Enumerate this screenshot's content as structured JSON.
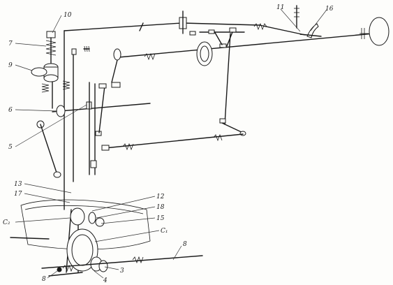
{
  "labels": {
    "l10": "10",
    "l7": "7",
    "l9": "9",
    "l6": "6",
    "l5": "5",
    "l11": "11",
    "l16": "16",
    "l13": "13",
    "l17": "17",
    "l12": "12",
    "l18": "18",
    "l15": "15",
    "lC2": "C₂",
    "lC1": "C₁",
    "l8": "8",
    "l3": "3",
    "l4": "4",
    "l8b": "8"
  },
  "colors": {
    "ink": "#1a1a1a",
    "paper": "#fdfdfb"
  }
}
